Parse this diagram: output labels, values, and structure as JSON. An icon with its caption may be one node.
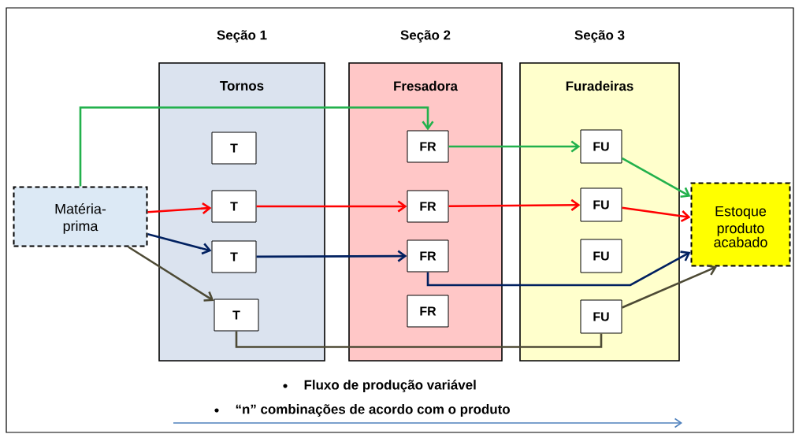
{
  "diagram": {
    "nodes": [
      {
        "text": [
          "Matéria- prima"
        ]
      },
      {
        "text": [
          "Seção 1",
          "Tornos"
        ]
      },
      {
        "text": [
          "T"
        ],
        "in": 1
      },
      {
        "text": [
          "T"
        ],
        "in": 1
      },
      {
        "text": [
          "T"
        ],
        "in": 1
      },
      {
        "text": [
          "T"
        ],
        "in": 1
      },
      {
        "text": [
          "Seção 2",
          "Fresadora"
        ]
      },
      {
        "text": [
          "FR"
        ],
        "in": 6
      },
      {
        "text": [
          "FR"
        ],
        "in": 6
      },
      {
        "text": [
          "FR"
        ],
        "in": 6
      },
      {
        "text": [
          "FR"
        ],
        "in": 6
      },
      {
        "text": [
          "Seção 3",
          "Furadeiras"
        ]
      },
      {
        "text": [
          "FU"
        ],
        "in": 11
      },
      {
        "text": [
          "FU"
        ],
        "in": 11
      },
      {
        "text": [
          "FU"
        ],
        "in": 11
      },
      {
        "text": [
          "FU"
        ],
        "in": 11
      },
      {
        "text": [
          "Estoque produto acabado"
        ]
      }
    ],
    "edges": [
      {
        "from": 0,
        "to": 7,
        "arrow": "to",
        "color": "#22b14c"
      },
      {
        "from": 7,
        "to": 12,
        "arrow": "to",
        "color": "#22b14c"
      },
      {
        "from": 12,
        "to": 16,
        "arrow": "to",
        "color": "#22b14c"
      },
      {
        "from": 0,
        "to": 3,
        "arrow": "to",
        "color": "#ff0000"
      },
      {
        "from": 3,
        "to": 8,
        "arrow": "to",
        "color": "#ff0000"
      },
      {
        "from": 8,
        "to": 13,
        "arrow": "to",
        "color": "#ff0000"
      },
      {
        "from": 13,
        "to": 16,
        "arrow": "to",
        "color": "#ff0000"
      },
      {
        "from": 0,
        "to": 4,
        "arrow": "to",
        "color": "#002060"
      },
      {
        "from": 4,
        "to": 9,
        "arrow": "to",
        "color": "#002060"
      },
      {
        "from": 9,
        "to": 16,
        "arrow": "to",
        "color": "#002060"
      },
      {
        "from": 0,
        "to": 5,
        "arrow": "to",
        "color": "#4d4a35"
      },
      {
        "from": 5,
        "to": 15,
        "arrow": "none",
        "color": "#4d4a35"
      },
      {
        "from": 15,
        "to": 16,
        "arrow": "to",
        "color": "#4d4a35"
      }
    ],
    "labels": [
      "Fluxo de produção variável",
      "“n” combinações de acordo com o produto"
    ]
  }
}
